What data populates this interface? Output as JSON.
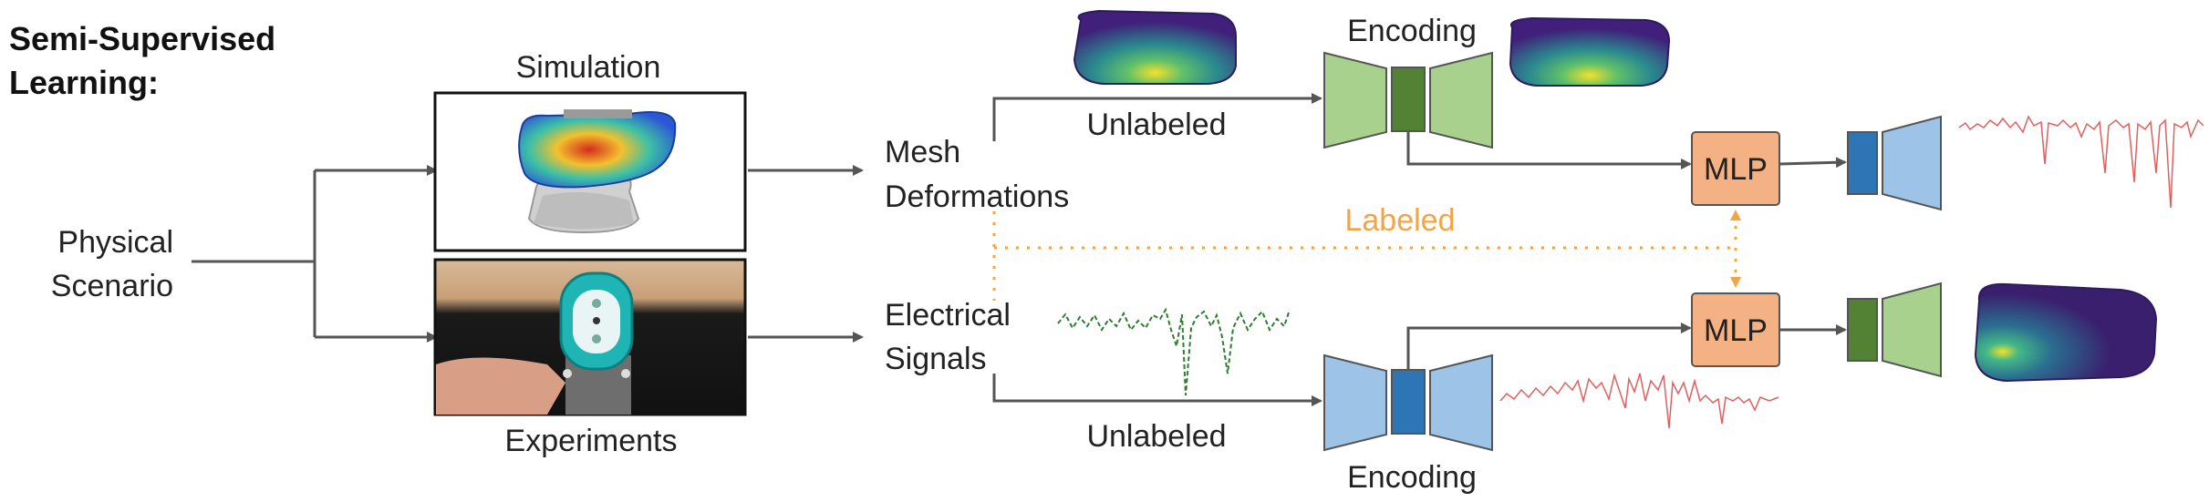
{
  "title": {
    "line1": "Semi-Supervised",
    "line2": "Learning:"
  },
  "inputs": {
    "physical_line1": "Physical",
    "physical_line2": "Scenario"
  },
  "panels": {
    "simulation": "Simulation",
    "experiments": "Experiments"
  },
  "branches": {
    "mesh_line1": "Mesh",
    "mesh_line2": "Deformations",
    "electrical_line1": "Electrical",
    "electrical_line2": "Signals",
    "unlabeled_top": "Unlabeled",
    "unlabeled_bottom": "Unlabeled",
    "labeled": "Labeled"
  },
  "blocks": {
    "encoding_top": "Encoding",
    "encoding_bottom": "Encoding",
    "mlp_top": "MLP",
    "mlp_bottom": "MLP"
  },
  "colors": {
    "green_enc": "#a9d18e",
    "green_mid": "#548235",
    "blue_enc": "#9dc3e6",
    "blue_mid": "#2e75b6",
    "mlp": "#f4b183",
    "labeled": "#f4a442",
    "arrow": "#555555",
    "signal_red": "#e06060",
    "signal_green": "#2e7d32"
  }
}
